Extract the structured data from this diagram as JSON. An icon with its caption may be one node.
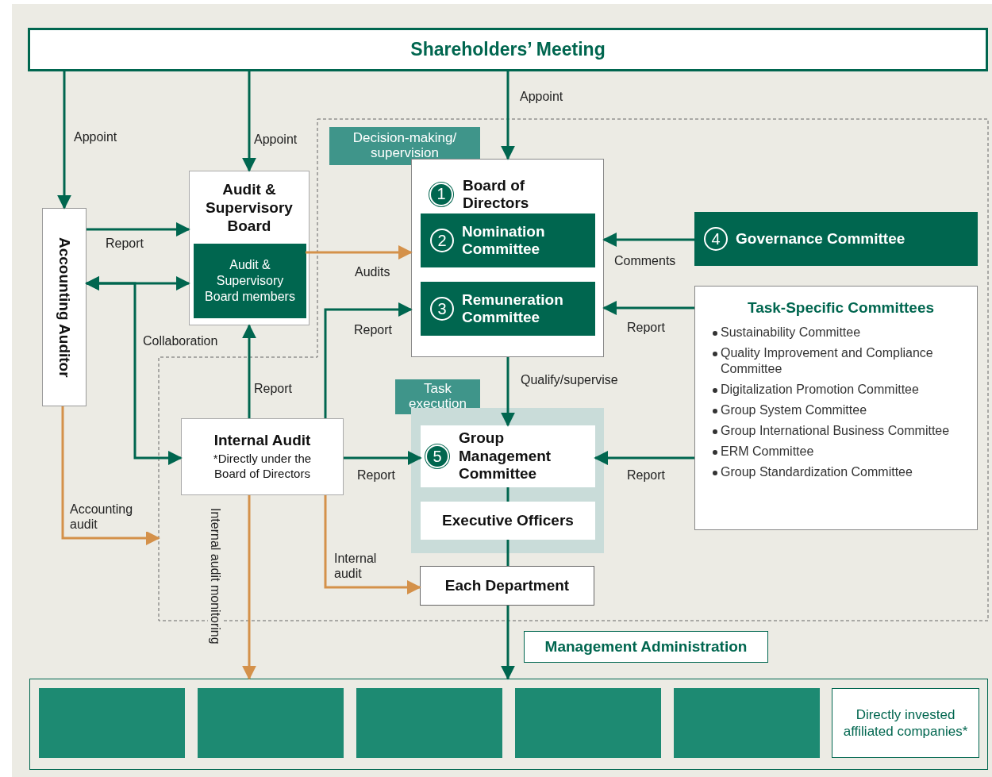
{
  "diagram": {
    "nodes": [
      {
        "text": [
          "Shareholders’ Meeting"
        ]
      },
      {
        "text": [
          "Accounting Auditor"
        ]
      },
      {
        "text": [
          "Audit & Supervisory Board"
        ]
      },
      {
        "text": [
          "Audit & Supervisory Board members"
        ],
        "in": 2
      },
      {
        "text": [
          "Decision-making/ supervision"
        ]
      },
      {
        "text": [
          "1",
          "Board of Directors"
        ]
      },
      {
        "text": [
          "2",
          "Nomination Committee"
        ],
        "in": 5
      },
      {
        "text": [
          "3",
          "Remuneration Committee"
        ],
        "in": 5
      },
      {
        "text": [
          "4",
          "Governance Committee"
        ]
      },
      {
        "text": [
          "Task-Specific Committees",
          "Sustainability Committee",
          "Quality Improvement and Compliance Committee",
          "Digitalization Promotion Committee",
          "Group System Committee",
          "Group International Business Committee",
          "ERM Committee",
          "Group Standardization Committee"
        ]
      },
      {
        "text": [
          "Task execution"
        ]
      },
      {
        "text": [
          "Internal Audit",
          "*Directly under the Board of Directors"
        ]
      },
      {
        "text": [],
        "shape": "box"
      },
      {
        "text": [
          "5",
          "Group Management Committee"
        ],
        "in": 12
      },
      {
        "text": [
          "Executive Officers"
        ],
        "in": 12
      },
      {
        "text": [
          "Each Department"
        ]
      },
      {
        "text": [
          "Management Administration"
        ]
      },
      {
        "text": [],
        "shape": "box"
      },
      {
        "text": [],
        "shape": "box",
        "in": 17
      },
      {
        "text": [],
        "shape": "box",
        "in": 17
      },
      {
        "text": [],
        "shape": "box",
        "in": 17
      },
      {
        "text": [],
        "shape": "box",
        "in": 17
      },
      {
        "text": [],
        "shape": "box",
        "in": 17
      },
      {
        "text": [
          "Directly invested affiliated companies*"
        ],
        "in": 17
      }
    ],
    "edges": [
      {
        "from": 0,
        "to": 1,
        "arrow": "to",
        "label": "Appoint"
      },
      {
        "from": 0,
        "to": 2,
        "arrow": "to",
        "label": "Appoint"
      },
      {
        "from": 0,
        "to": 5,
        "arrow": "to",
        "label": "Appoint"
      },
      {
        "from": 1,
        "to": 2,
        "arrow": "to",
        "label": "Report"
      },
      {
        "from": 1,
        "to": 2,
        "arrow": "both"
      },
      {
        "from": 1,
        "to": 11,
        "arrow": "both",
        "label": "Collaboration"
      },
      {
        "from": 3,
        "to": 5,
        "arrow": "to",
        "label": "Audits",
        "color": "#d4914a"
      },
      {
        "from": 11,
        "to": 2,
        "arrow": "to",
        "label": "Report"
      },
      {
        "from": 11,
        "to": 5,
        "arrow": "to",
        "label": "Report"
      },
      {
        "from": 8,
        "to": 5,
        "arrow": "to",
        "label": "Comments"
      },
      {
        "from": 9,
        "to": 5,
        "arrow": "to",
        "label": "Report"
      },
      {
        "from": 5,
        "to": 13,
        "arrow": "to",
        "label": "Qualify/supervise"
      },
      {
        "from": 11,
        "to": 13,
        "arrow": "to",
        "label": "Report"
      },
      {
        "from": 9,
        "to": 13,
        "arrow": "to",
        "label": "Report"
      },
      {
        "from": 1,
        "to": null,
        "arrow": "to",
        "label": "Accounting audit",
        "color": "#d4914a"
      },
      {
        "from": 11,
        "to": 17,
        "arrow": "to",
        "label": "Internal audit monitoring",
        "color": "#d4914a"
      },
      {
        "from": 11,
        "to": 15,
        "arrow": "to",
        "label": "Internal audit",
        "color": "#d4914a"
      },
      {
        "from": 13,
        "to": 14,
        "arrow": "none"
      },
      {
        "from": 14,
        "to": 15,
        "arrow": "none"
      },
      {
        "from": 15,
        "to": 17,
        "arrow": "to"
      }
    ]
  }
}
